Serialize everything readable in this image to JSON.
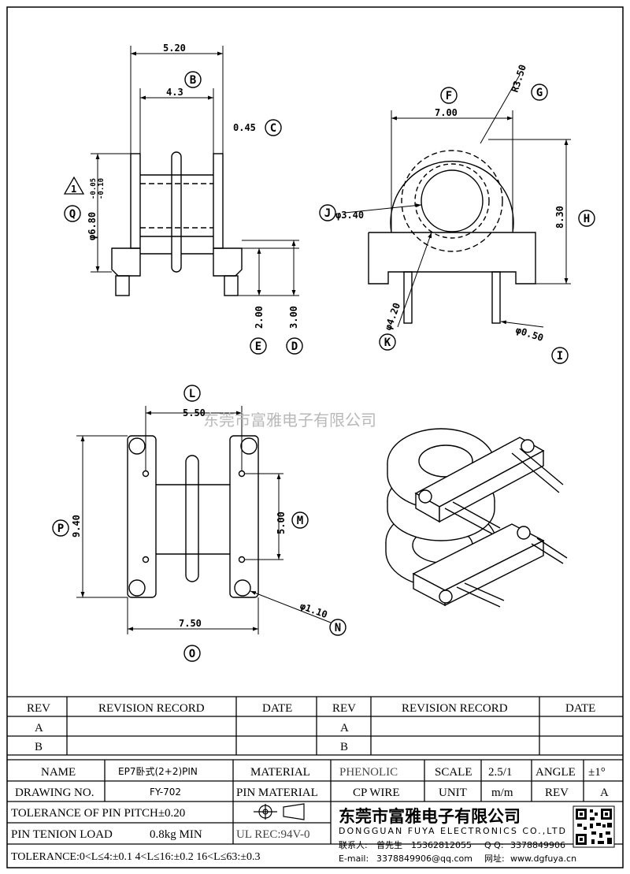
{
  "dimensions": {
    "top_width": "5.20",
    "inner_width": "4.3",
    "flange_thickness": "0.45",
    "diameter_q": "φ6.80",
    "tol_q_plus": "-0.05",
    "tol_q_minus": "-0.10",
    "dim_e": "2.00",
    "dim_d": "3.00",
    "dim_f": "7.00",
    "radius_g": "R3.50",
    "dim_h": "8.30",
    "dim_j": "φ3.40",
    "dim_k": "φ4.20",
    "dim_i": "φ0.50",
    "dim_l": "5.50",
    "dim_p": "9.40",
    "dim_m": "5.00",
    "dim_n": "φ1.10",
    "dim_o": "7.50",
    "triangle_note": "1"
  },
  "letters": {
    "a": "B",
    "b": "C",
    "c": "Q",
    "d": "E",
    "e": "D",
    "f": "F",
    "g": "G",
    "h": "H",
    "i": "J",
    "j": "K",
    "k": "I",
    "l": "L",
    "m": "P",
    "n": "M",
    "o": "N",
    "p": "O"
  },
  "watermark": "东莞市富雅电子有限公司",
  "revision_table": {
    "headers": [
      "REV",
      "REVISION RECORD",
      "DATE",
      "REV",
      "REVISION RECORD",
      "DATE"
    ],
    "rows": [
      [
        "A",
        "A"
      ],
      [
        "B",
        "B"
      ]
    ]
  },
  "title_block": {
    "name_label": "NAME",
    "name_value": "EP7卧式(2+2)PIN",
    "material_label": "MATERIAL",
    "material_value": "PHENOLIC",
    "scale_label": "SCALE",
    "scale_value": "2.5/1",
    "angle_label": "ANGLE",
    "angle_value": "±1°",
    "drawing_no_label": "DRAWING NO.",
    "drawing_no_value": "FY-702",
    "pin_material_label": "PIN MATERIAL",
    "pin_material_value": "CP WIRE",
    "unit_label": "UNIT",
    "unit_value": "m/m",
    "rev_label": "REV",
    "rev_value": "A",
    "pitch_tolerance": "TOLERANCE OF PIN PITCH±0.20",
    "pin_tension_label": "PIN TENION LOAD",
    "pin_tension_value": "0.8kg MIN",
    "ul_rec": "UL REC:94V-0",
    "tolerance_line": "TOLERANCE:0<L≤4:±0.1  4<L≤16:±0.2  16<L≤63:±0.3"
  },
  "company": {
    "name_cn": "东莞市富雅电子有限公司",
    "name_en": "DONGGUAN FUYA ELECTRONICS CO.,LTD",
    "contact_label": "联系人:",
    "contact_person": "曾先生",
    "phone": "15362812055",
    "qq_label": "Q Q:",
    "qq": "3378849906",
    "email_label": "E-mail:",
    "email": "3378849906@qq.com",
    "web_label": "网址:",
    "web": "www.dgfuya.cn"
  }
}
